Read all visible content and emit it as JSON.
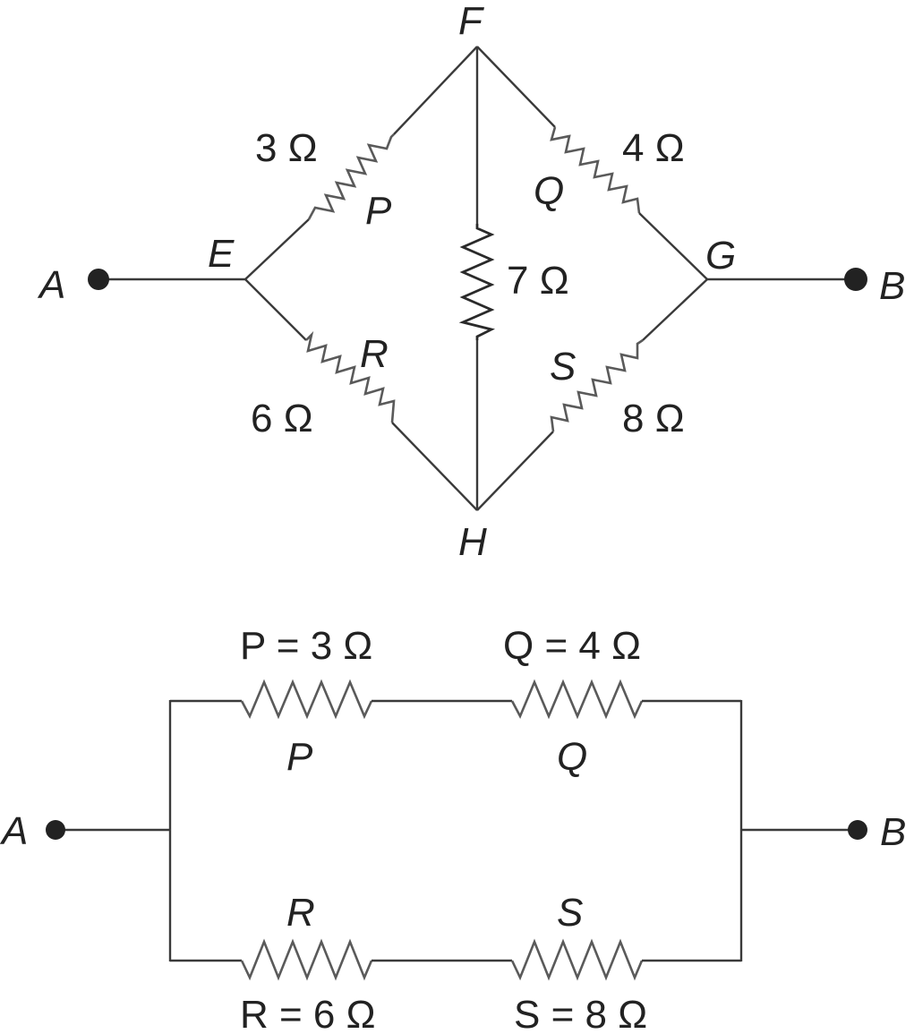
{
  "top_diagram": {
    "nodes": {
      "A": "A",
      "B": "B",
      "E": "E",
      "F": "F",
      "G": "G",
      "H": "H"
    },
    "resistors": {
      "P": {
        "name": "P",
        "value": "3 Ω"
      },
      "Q": {
        "name": "Q",
        "value": "4 Ω"
      },
      "R": {
        "name": "R",
        "value": "6 Ω"
      },
      "S": {
        "name": "S",
        "value": "8 Ω"
      },
      "middle": {
        "value": "7 Ω"
      }
    }
  },
  "bottom_diagram": {
    "nodes": {
      "A": "A",
      "B": "B"
    },
    "resistors": {
      "P": {
        "name": "P",
        "equation": "P = 3 Ω"
      },
      "Q": {
        "name": "Q",
        "equation": "Q = 4 Ω"
      },
      "R": {
        "name": "R",
        "equation": "R = 6 Ω"
      },
      "S": {
        "name": "S",
        "equation": "S = 8 Ω"
      }
    }
  },
  "colors": {
    "wire": "#3a3a3a",
    "resistor": "#5a5a5a",
    "terminal": "#222222",
    "text": "#222222"
  }
}
